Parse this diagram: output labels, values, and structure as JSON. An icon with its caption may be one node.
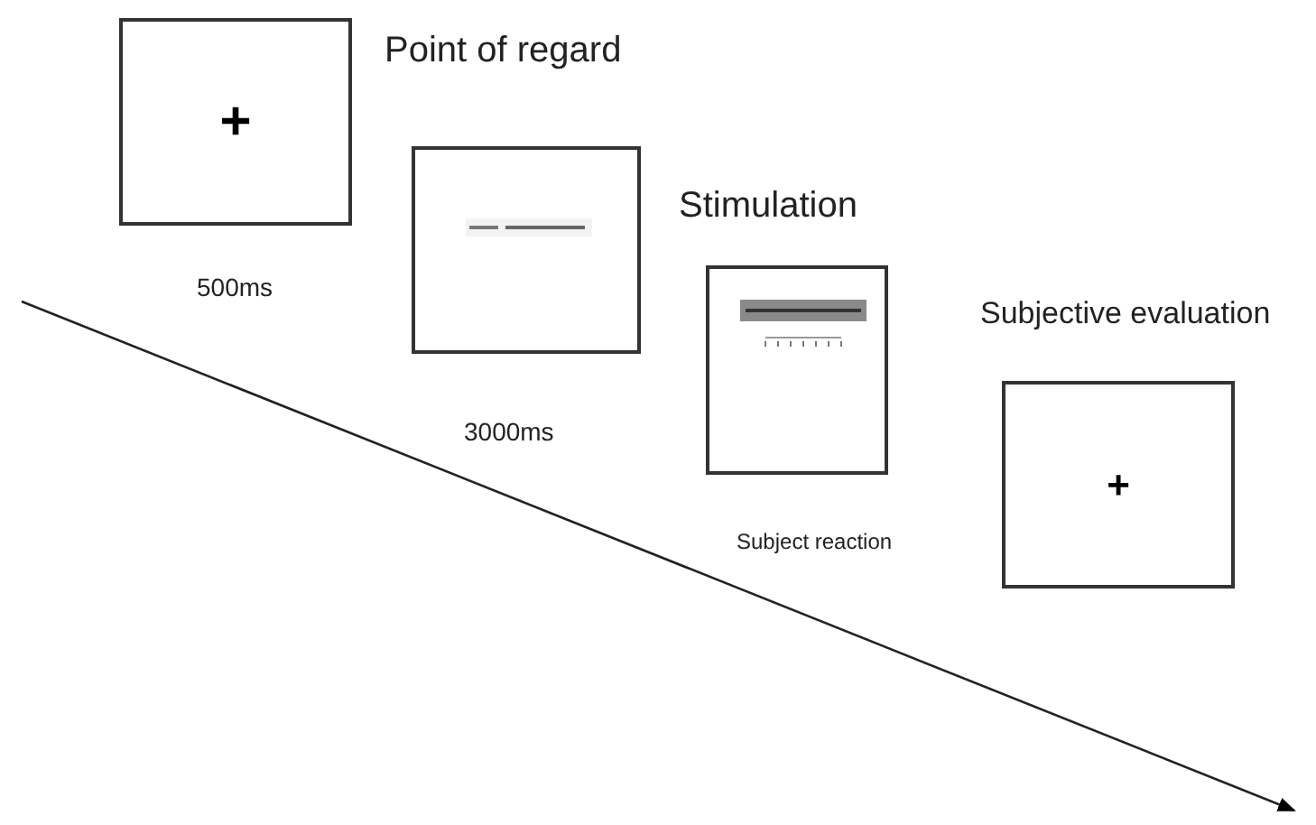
{
  "diagram": {
    "nodes": [
      {
        "text": [
          "+"
        ],
        "beside": [
          "500ms"
        ]
      },
      {
        "text": [],
        "shape": "box",
        "beside": [
          "3000ms"
        ]
      },
      {
        "text": [],
        "shape": "box",
        "beside": [
          "Subject reaction"
        ]
      },
      {
        "text": [
          "+"
        ]
      }
    ],
    "labels": [
      "Point of regard",
      "Stimulation",
      "Subjective evaluation"
    ]
  }
}
